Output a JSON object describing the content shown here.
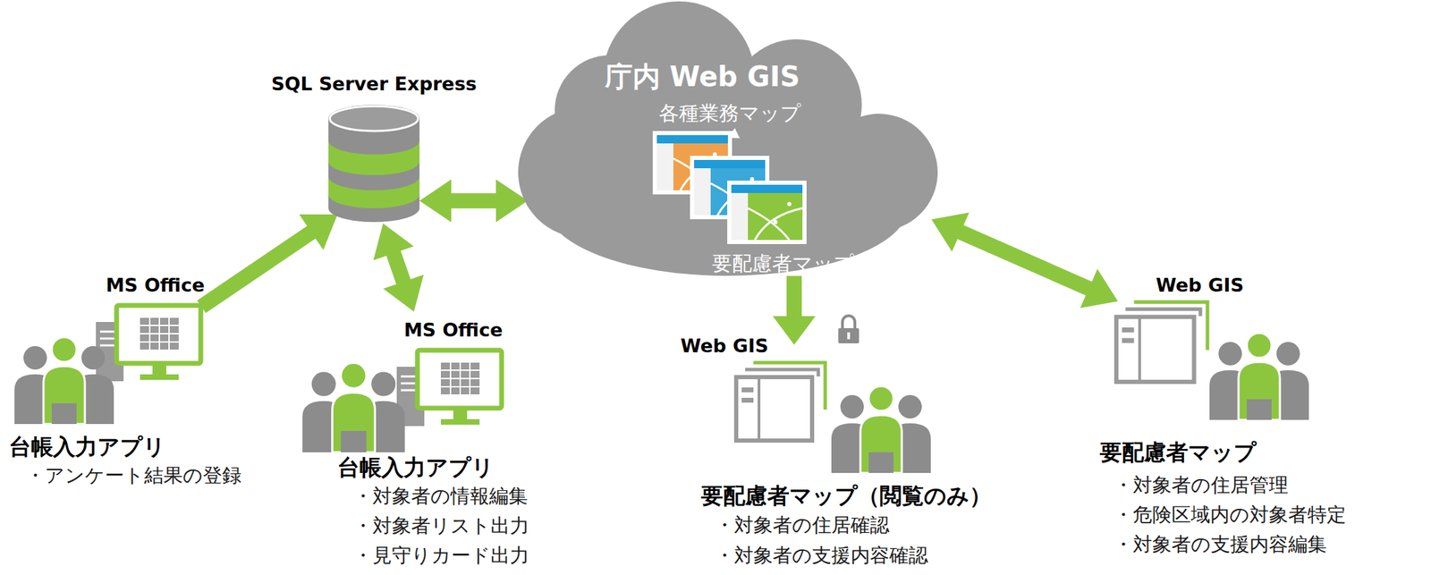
{
  "diagram": {
    "nodes": [
      {
        "text": [
          "SQL Server Express"
        ]
      },
      {
        "text": [
          "庁内 Web GIS",
          "各種業務マップ",
          "要配慮者マップ"
        ]
      },
      {
        "text": [
          "MS Office",
          "台帳入力アプリ",
          "・アンケート結果の登録"
        ]
      },
      {
        "text": [
          "MS Office",
          "台帳入力アプリ",
          "・対象者の情報編集",
          "・対象者リスト出力",
          "・見守りカード出力"
        ]
      },
      {
        "text": [
          "Web GIS",
          "要配慮者マップ（閲覧のみ）",
          "・対象者の住居確認",
          "・対象者の支援内容確認"
        ]
      },
      {
        "text": [
          "Web GIS",
          "要配慮者マップ",
          "・対象者の住居管理",
          "・危険区域内の対象者特定",
          "・対象者の支援内容編集"
        ]
      }
    ],
    "edges": [
      {
        "from": 2,
        "to": 0,
        "arrow": "to"
      },
      {
        "from": 0,
        "to": 3,
        "arrow": "both"
      },
      {
        "from": 0,
        "to": 1,
        "arrow": "both"
      },
      {
        "from": 1,
        "to": 4,
        "arrow": "to"
      },
      {
        "from": 1,
        "to": 5,
        "arrow": "both"
      }
    ]
  }
}
